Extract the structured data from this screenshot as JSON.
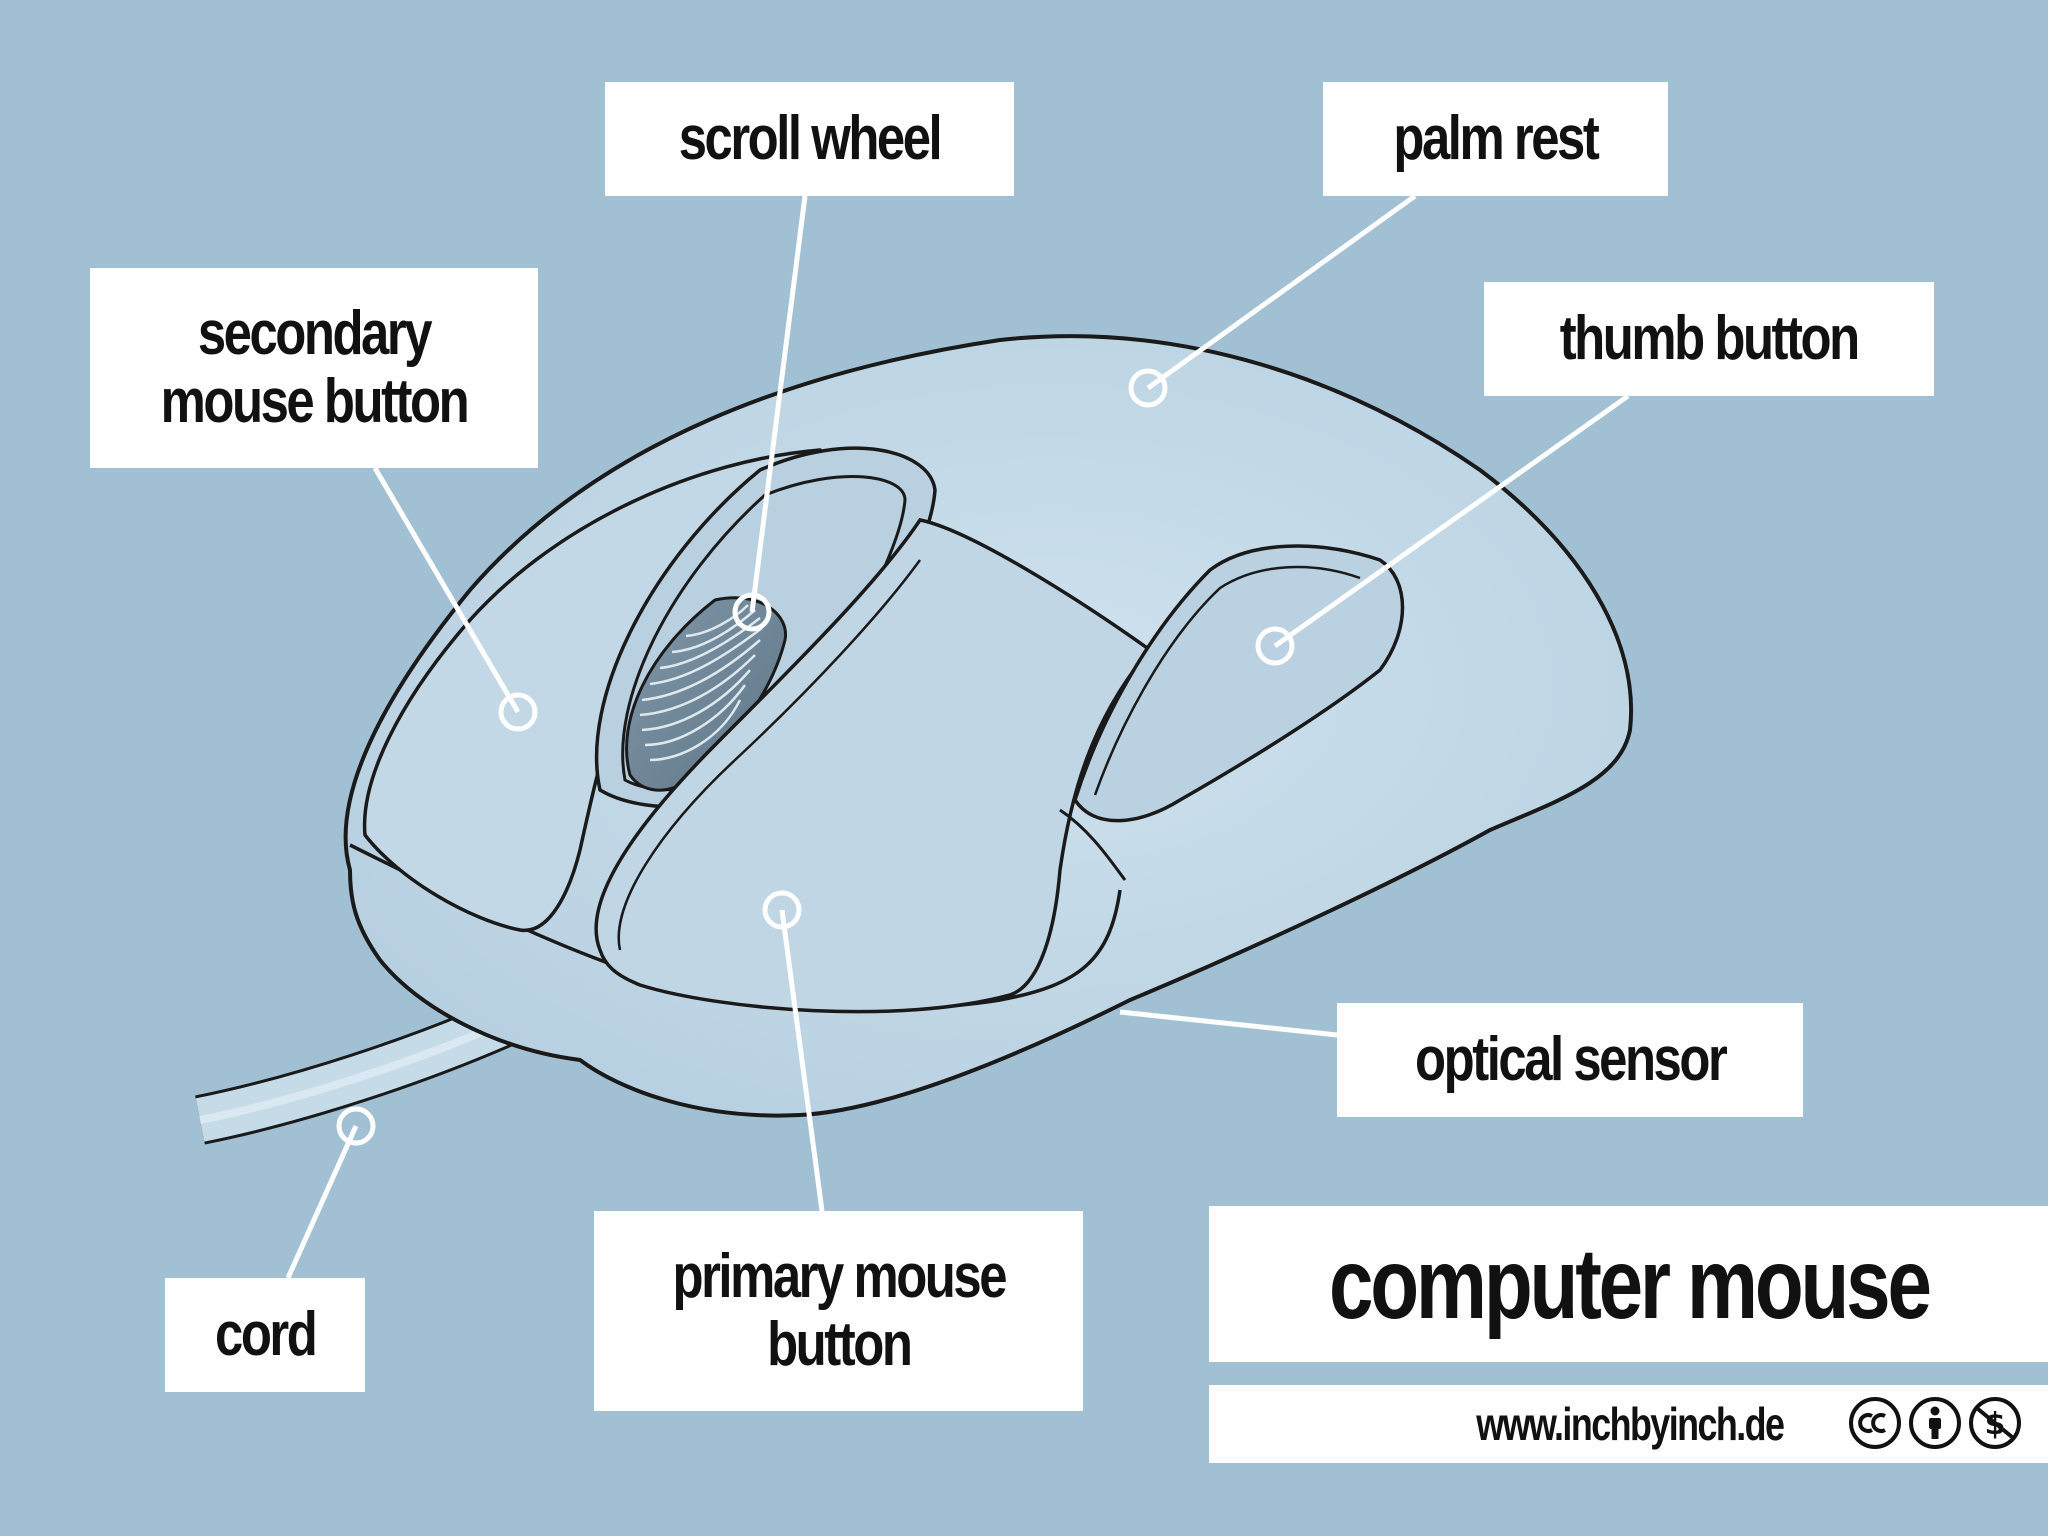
{
  "labels": {
    "scroll_wheel": "scroll wheel",
    "palm_rest": "palm rest",
    "secondary_mouse_button": "secondary\nmouse button",
    "thumb_button": "thumb button",
    "optical_sensor": "optical sensor",
    "primary_mouse_button": "primary mouse\nbutton",
    "cord": "cord"
  },
  "title": "computer mouse",
  "website": "www.inchbyinch.de",
  "license_icons": [
    "cc-icon",
    "attribution-icon",
    "noncommercial-icon"
  ],
  "colors": {
    "background": "#a2c0d4",
    "mouse_fill": "#c4dae8",
    "outline": "#1a1a1a",
    "label_bg": "#ffffff"
  }
}
